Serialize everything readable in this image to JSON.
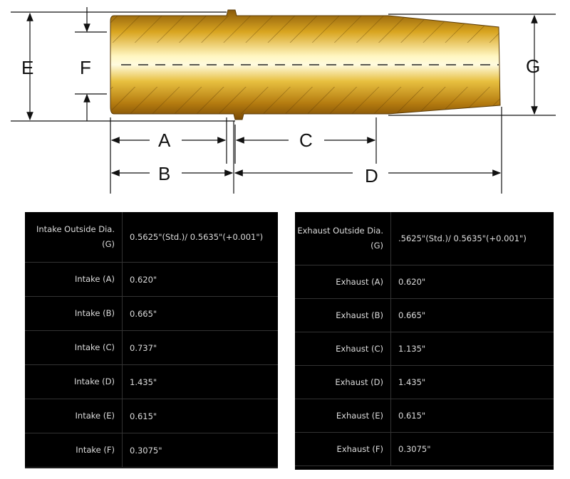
{
  "diagram": {
    "labels": {
      "A": "A",
      "B": "B",
      "C": "C",
      "D": "D",
      "E": "E",
      "F": "F",
      "G": "G"
    }
  },
  "intake": [
    {
      "label": "Intake Outside Dia. (G)",
      "value": "0.5625\"(Std.)/ 0.5635\"(+0.001\")"
    },
    {
      "label": "Intake (A)",
      "value": "0.620\""
    },
    {
      "label": "Intake (B)",
      "value": "0.665\""
    },
    {
      "label": "Intake (C)",
      "value": "0.737\""
    },
    {
      "label": "Intake (D)",
      "value": "1.435\""
    },
    {
      "label": "Intake (E)",
      "value": "0.615\""
    },
    {
      "label": "Intake (F)",
      "value": "0.3075\""
    }
  ],
  "exhaust": [
    {
      "label": "Exhaust Outside Dia. (G)",
      "value": ".5625\"(Std.)/ 0.5635\"(+0.001\")"
    },
    {
      "label": "Exhaust (A)",
      "value": "0.620\""
    },
    {
      "label": "Exhaust (B)",
      "value": "0.665\""
    },
    {
      "label": "Exhaust (C)",
      "value": "1.135\""
    },
    {
      "label": "Exhaust (D)",
      "value": "1.435\""
    },
    {
      "label": "Exhaust (E)",
      "value": "0.615\""
    },
    {
      "label": "Exhaust (F)",
      "value": "0.3075\""
    }
  ]
}
